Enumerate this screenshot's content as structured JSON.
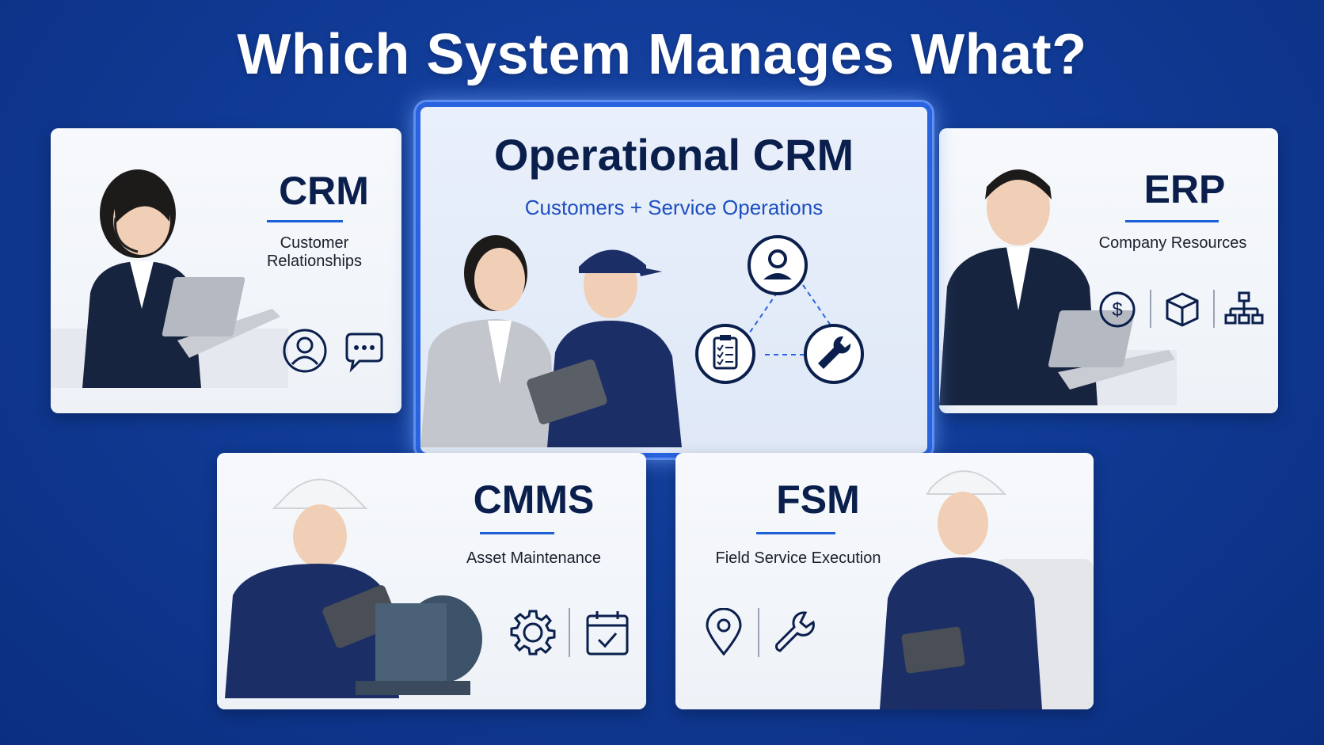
{
  "title": "Which System Manages What?",
  "center": {
    "heading": "Operational CRM",
    "subtitle": "Customers + Service Operations",
    "icons": [
      "user-icon",
      "clipboard-checklist-icon",
      "wrench-icon"
    ]
  },
  "cards": {
    "crm": {
      "heading": "CRM",
      "subtitle": "Customer Relationships",
      "icons": [
        "user-icon",
        "chat-bubble-icon"
      ]
    },
    "erp": {
      "heading": "ERP",
      "subtitle": "Company Resources",
      "icons": [
        "dollar-icon",
        "box-icon",
        "org-chart-icon"
      ]
    },
    "cmms": {
      "heading": "CMMS",
      "subtitle": "Asset Maintenance",
      "icons": [
        "gear-icon",
        "calendar-check-icon"
      ]
    },
    "fsm": {
      "heading": "FSM",
      "subtitle": "Field Service Execution",
      "icons": [
        "location-pin-icon",
        "wrench-icon"
      ]
    }
  },
  "colors": {
    "background": "#103b96",
    "accent": "#1d5fd6",
    "heading": "#0b1f4d",
    "highlight_border": "#2a63e0"
  }
}
